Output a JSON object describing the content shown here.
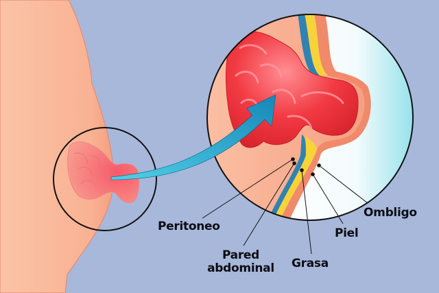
{
  "diagram": {
    "subject": "Umbilical hernia cross-section",
    "colors": {
      "background": "#a7b8da",
      "skin_body": "#f7b79b",
      "skin_edge": "#e98a6e",
      "intestine": "#f0353f",
      "intestine_highlight": "#ff8a8f",
      "peritoneum": "#2f83b3",
      "fat": "#f5d434",
      "arrow": "#1fa8c9",
      "outline": "#111111",
      "outside_gradient_end": "#9fe3ec"
    },
    "labels": {
      "peritoneo": "Peritoneo",
      "pared_line1": "Pared",
      "pared_line2": "abdominal",
      "grasa": "Grasa",
      "piel": "Piel",
      "ombligo": "Ombligo"
    }
  }
}
